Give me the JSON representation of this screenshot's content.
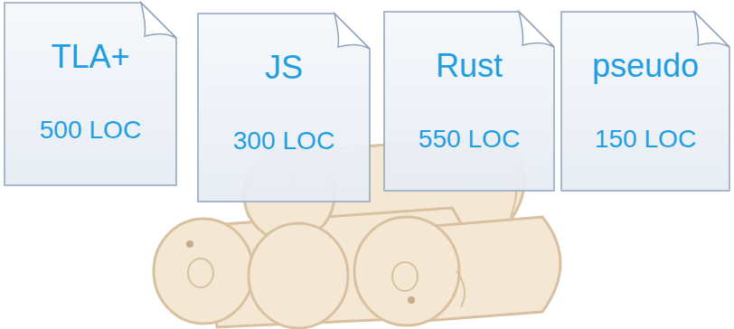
{
  "diagram": {
    "nodes": [
      {
        "text": [
          "TLA+",
          "500 LOC"
        ]
      },
      {
        "text": [
          "JS",
          "300 LOC"
        ]
      },
      {
        "text": [
          "Rust",
          "550 LOC"
        ]
      },
      {
        "text": [
          "pseudo",
          "150 LOC"
        ]
      }
    ]
  }
}
